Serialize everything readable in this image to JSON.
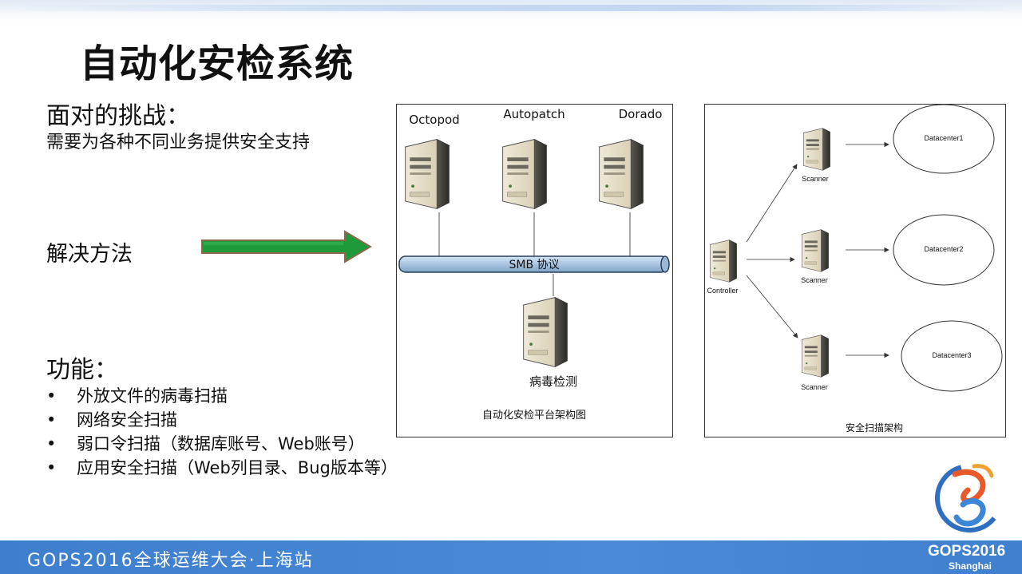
{
  "title": "自动化安检系统",
  "challenge": {
    "heading": "面对的挑战：",
    "text": "需要为各种不同业务提供安全支持"
  },
  "solution_label": "解决方法",
  "features": {
    "heading": "功能：",
    "bullet": "•",
    "items": [
      "外放文件的病毒扫描",
      "网络安全扫描",
      "弱口令扫描（数据库账号、Web账号）",
      "应用安全扫描（Web列目录、Bug版本等）"
    ]
  },
  "platform_diagram": {
    "servers": [
      "Octopod",
      "Autopatch",
      "Dorado"
    ],
    "bus_label": "SMB  协议",
    "bottom_server": "病毒检测",
    "caption": "自动化安检平台架构图"
  },
  "scan_diagram": {
    "controller": "Controller",
    "scanners": [
      "Scanner",
      "Scanner",
      "Scanner"
    ],
    "datacenters": [
      "Datacenter1",
      "Datacenter2",
      "Datacenter3"
    ],
    "caption": "安全扫描架构"
  },
  "footer": {
    "event": "GOPS2016全球运维大会·上海站",
    "brand": "GOPS2016",
    "city": "Shanghai"
  },
  "colors": {
    "arrow_green": "#1f9a3a",
    "bus_blue": "#a8c4e0",
    "footer_blue": "#4a8ad6"
  }
}
